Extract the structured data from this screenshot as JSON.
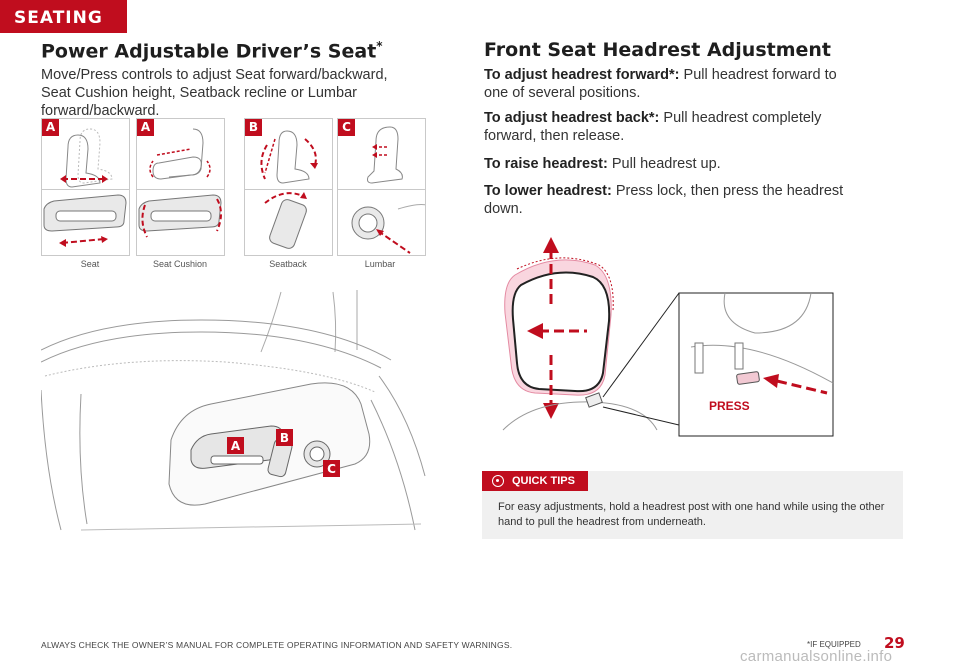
{
  "section_tab": "SEATING",
  "left": {
    "title": "Power Adjustable Driver’s Seat",
    "title_mark": "*",
    "intro": "Move/Press controls to adjust Seat forward/backward, Seat Cushion height, Seatback recline or Lumbar forward/backward.",
    "panels": [
      {
        "badge": "A",
        "caption": "Seat"
      },
      {
        "badge": "A",
        "caption": "Seat Cushion"
      },
      {
        "badge": "B",
        "caption": "Seatback"
      },
      {
        "badge": "C",
        "caption": "Lumbar"
      }
    ],
    "seat_callouts": {
      "a": "A",
      "b": "B",
      "c": "C"
    }
  },
  "right": {
    "title": "Front Seat Headrest Adjustment",
    "items": [
      {
        "label": "To adjust headrest forward*:",
        "text": " Pull headrest forward to one of several positions."
      },
      {
        "label": "To adjust headrest back*:",
        "text": " Pull headrest completely forward, then release."
      },
      {
        "label": "To raise headrest:",
        "text": " Pull headrest up."
      },
      {
        "label": "To lower headrest:",
        "text": " Press lock, then press the headrest down."
      }
    ],
    "press_label": "PRESS"
  },
  "quick_tips": {
    "label": "QUICK TIPS",
    "text": "For easy adjustments, hold a headrest post with one hand while using the other hand to pull the headrest from underneath."
  },
  "footer": {
    "disclaimer": "ALWAYS CHECK THE OWNER’S MANUAL FOR COMPLETE OPERATING INFORMATION AND SAFETY WARNINGS.",
    "if_equipped": "*IF EQUIPPED",
    "page": "29",
    "watermark": "carmanualsonline.info"
  },
  "colors": {
    "accent": "#c00d1e",
    "tip_bg": "#f0f0f0",
    "line": "#9a9a9a"
  }
}
